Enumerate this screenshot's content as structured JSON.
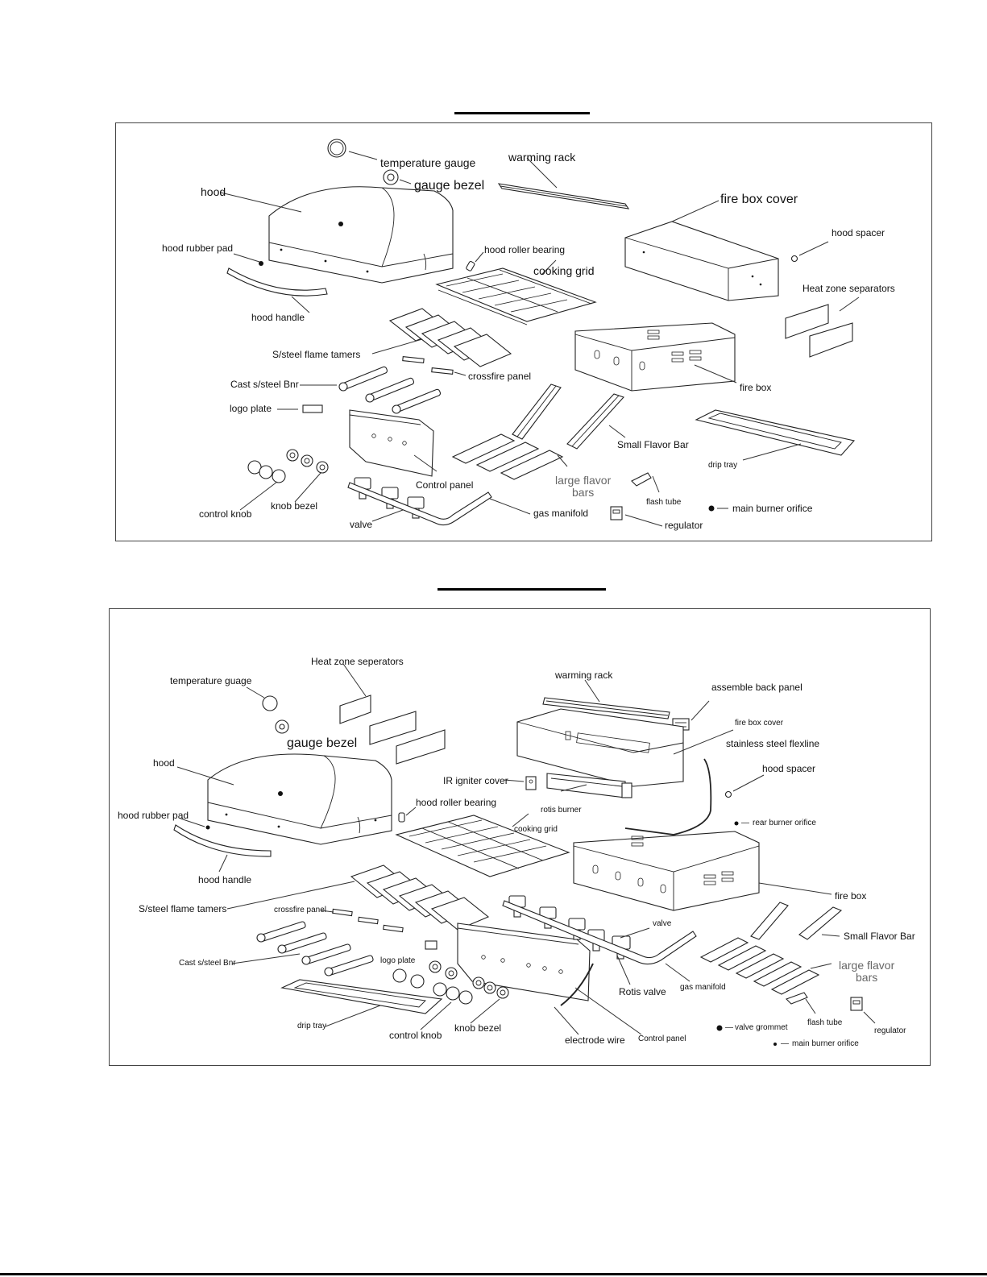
{
  "diagram1": {
    "labels": {
      "temperature_gauge": "temperature gauge",
      "gauge_bezel": "gauge bezel",
      "warming_rack": "warming rack",
      "hood": "hood",
      "fire_box_cover": "fire box cover",
      "hood_spacer": "hood spacer",
      "hood_rubber_pad": "hood rubber pad",
      "hood_roller_bearing": "hood roller bearing",
      "cooking_grid": "cooking  grid",
      "heat_zone_separators": "Heat zone separators",
      "hood_handle": "hood handle",
      "flame_tamers": "S/steel flame tamers",
      "crossfire_panel": "crossfire panel",
      "cast_bnr": "Cast s/steel Bnr",
      "fire_box": "fire box",
      "logo_plate": "logo plate",
      "small_flavor_bar": "Small Flavor Bar",
      "drip_tray": "drip tray",
      "large_flavor_bars": "large flavor\nbars",
      "control_panel": "Control panel",
      "control_knob": "control knob",
      "knob_bezel": "knob bezel",
      "flash_tube": "flash tube",
      "main_burner_orifice": "main burner orifice",
      "valve": "valve",
      "gas_manifold": "gas manifold",
      "regulator": "regulator"
    }
  },
  "diagram2": {
    "labels": {
      "heat_zone_seperators": "Heat zone seperators",
      "warming_rack": "warming rack",
      "temperature_guage": "temperature guage",
      "assemble_back_panel": "assemble back panel",
      "fire_box_cover": "fire box cover",
      "stainless_flexline": "stainless steel flexline",
      "gauge_bezel": "gauge bezel",
      "hood": "hood",
      "hood_spacer": "hood spacer",
      "ir_igniter_cover": "IR igniter cover",
      "hood_roller_bearing": "hood roller bearing",
      "rotis_burner": "rotis burner",
      "rear_burner_orifice": "rear burner orifice",
      "hood_rubber_pad": "hood rubber pad",
      "cooking_grid": "cooking grid",
      "hood_handle": "hood handle",
      "fire_box": "fire box",
      "flame_tamers": "S/steel flame tamers",
      "crossfire_panel": "crossfire panel",
      "valve": "valve",
      "small_flavor_bar": "Small Flavor Bar",
      "cast_bnr": "Cast s/steel Bnr",
      "logo_plate": "logo plate",
      "large_flavor_bars": "large flavor\nbars",
      "rotis_valve": "Rotis valve",
      "gas_manifold": "gas manifold",
      "drip_tray": "drip tray",
      "flash_tube": "flash tube",
      "regulator": "regulator",
      "control_knob": "control knob",
      "knob_bezel": "knob bezel",
      "electrode_wire": "electrode wire",
      "control_panel": "Control panel",
      "valve_grommet": "valve grommet",
      "main_burner_orifice": "main burner orifice"
    }
  }
}
